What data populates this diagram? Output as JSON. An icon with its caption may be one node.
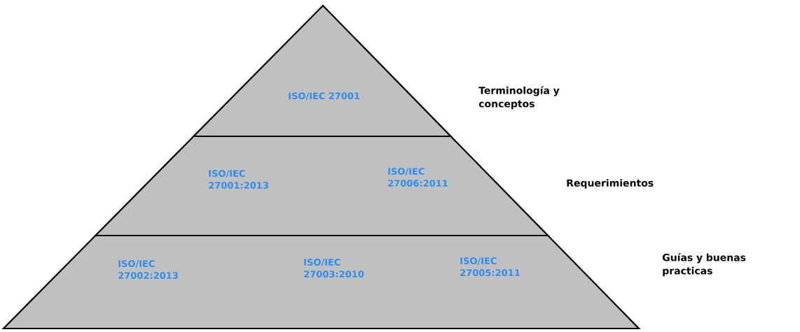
{
  "diagram": {
    "nodes": [
      {
        "text": [
          "ISO/IEC 27001"
        ],
        "beside": [
          "Terminología y conceptos"
        ]
      },
      {
        "text": [
          "ISO/IEC 27001:2013",
          "ISO/IEC 27006:2011"
        ],
        "beside": [
          "Requerimientos"
        ]
      },
      {
        "text": [
          "ISO/IEC 27002:2013",
          "ISO/IEC 27003:2010",
          "ISO/IEC 27005:2011"
        ],
        "beside": [
          "Guías y buenas practicas"
        ]
      }
    ]
  }
}
